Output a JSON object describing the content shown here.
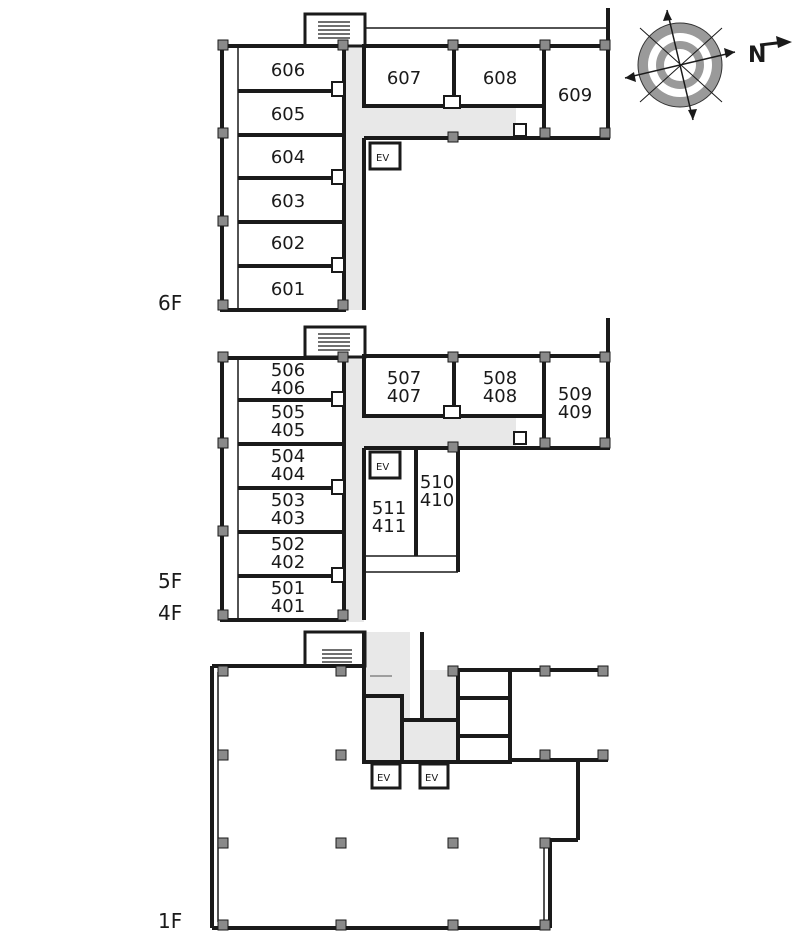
{
  "compass": {
    "label": "N",
    "icon": "north-compass-icon"
  },
  "floors": {
    "f6": {
      "label": "6F"
    },
    "f54": {
      "label_top": "5F",
      "label_bottom": "4F"
    },
    "f1": {
      "label": "1F"
    }
  },
  "rooms_6f": {
    "r606": "606",
    "r605": "605",
    "r604": "604",
    "r603": "603",
    "r602": "602",
    "r601": "601",
    "r607": "607",
    "r608": "608",
    "r609": "609"
  },
  "rooms_5f4f": {
    "r506": [
      "506",
      "406"
    ],
    "r505": [
      "505",
      "405"
    ],
    "r504": [
      "504",
      "404"
    ],
    "r503": [
      "503",
      "403"
    ],
    "r502": [
      "502",
      "402"
    ],
    "r501": [
      "501",
      "401"
    ],
    "r507": [
      "507",
      "407"
    ],
    "r508": [
      "508",
      "408"
    ],
    "r509": [
      "509",
      "409"
    ],
    "r510": [
      "510",
      "410"
    ],
    "r511": [
      "511",
      "411"
    ]
  },
  "elevator": {
    "label": "EV"
  }
}
